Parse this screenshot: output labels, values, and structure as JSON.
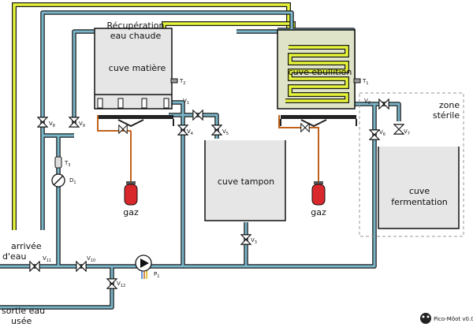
{
  "labels": {
    "recuperation_line1": "Récupération",
    "recuperation_line2": "eau chaude",
    "cuve_matiere": "cuve matière",
    "cuve_ebullition": "cuve ebullition",
    "cuve_tampon": "cuve tampon",
    "cuve_fermentation_line1": "cuve",
    "cuve_fermentation_line2": "fermentation",
    "zone_sterile_line1": "zone",
    "zone_sterile_line2": "stérile",
    "gaz_left": "gaz",
    "gaz_right": "gaz",
    "arrivee_line1": "arrivée",
    "arrivee_line2": "d'eau",
    "sortie_line1": "sortie eau",
    "sortie_line2": "usée",
    "brand": "Pico-Môot v0.0"
  },
  "tags": {
    "v1": "V",
    "v1_sub": "1",
    "v2": "V",
    "v2_sub": "2",
    "v3": "V",
    "v3_sub": "3",
    "v4": "V",
    "v4_sub": "4",
    "v5": "V",
    "v5_sub": "5",
    "v6": "V",
    "v6_sub": "6",
    "v7": "V",
    "v7_sub": "7",
    "v8": "V",
    "v8_sub": "8",
    "v9": "V",
    "v9_sub": "9",
    "v10": "V",
    "v10_sub": "10",
    "v11": "V",
    "v11_sub": "11",
    "v12": "V",
    "v12_sub": "12",
    "t1": "T",
    "t1_sub": "1",
    "t2": "T",
    "t2_sub": "2",
    "t3": "T",
    "t3_sub": "3",
    "d1": "D",
    "d1_sub": "1",
    "p1": "P",
    "p1_sub": "1"
  },
  "colors": {
    "water_pipe": "#7ab6c9",
    "pipe_outline": "#1a1a1a",
    "hot_water_coil": "#e6f53a",
    "gas_line": "#c0621c",
    "gas_bottle": "#d8282c",
    "tank_fill": "#e6e6e6",
    "ebullition_fill": "#dfe3c8"
  }
}
